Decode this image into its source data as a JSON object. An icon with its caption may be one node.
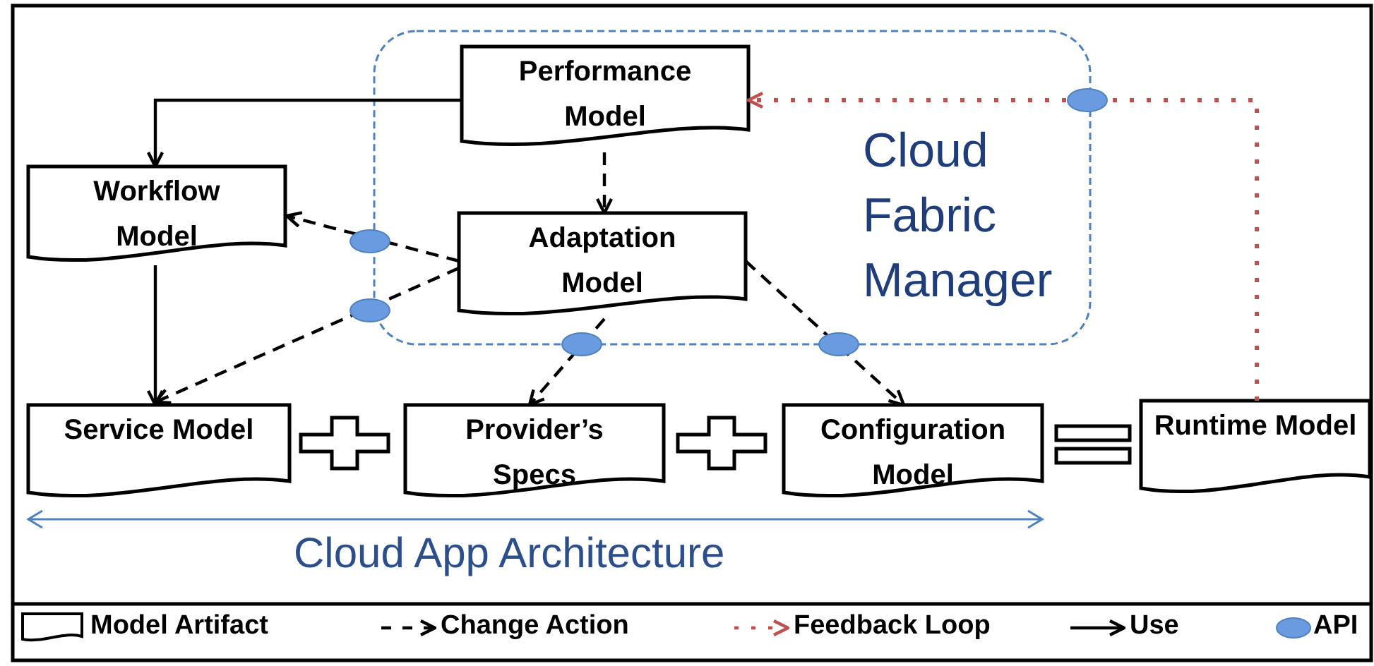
{
  "diagram": {
    "nodes": [
      {
        "text": [
          "Cloud Fabric Manager"
        ]
      },
      {
        "text": [
          "Performance Model"
        ],
        "in": 0
      },
      {
        "text": [
          "Workflow Model"
        ]
      },
      {
        "text": [
          "Adaptation Model"
        ],
        "in": 0
      },
      {
        "text": [
          "Service Model"
        ]
      },
      {
        "text": [
          "Provider’s Specs"
        ]
      },
      {
        "text": [
          "Configuration Model"
        ]
      },
      {
        "text": [
          "Runtime Model"
        ]
      }
    ],
    "edges": [
      {
        "from": 1,
        "to": 2,
        "arrow": "to"
      },
      {
        "from": 1,
        "to": 3,
        "arrow": "to",
        "style": "dashed"
      },
      {
        "from": 3,
        "to": 2,
        "arrow": "to",
        "style": "dashed"
      },
      {
        "from": 2,
        "to": 4,
        "arrow": "to"
      },
      {
        "from": 3,
        "to": 4,
        "arrow": "to",
        "style": "dashed"
      },
      {
        "from": 3,
        "to": 5,
        "arrow": "to",
        "style": "dashed"
      },
      {
        "from": 3,
        "to": 6,
        "arrow": "to",
        "style": "dashed"
      },
      {
        "from": 7,
        "to": 1,
        "arrow": "to",
        "style": "dashed",
        "color": "#c0504d"
      }
    ],
    "labels": [
      "Cloud App Architecture"
    ],
    "legend": [
      {
        "text": "Model Artifact"
      },
      {
        "text": "Change Action"
      },
      {
        "text": "Feedback Loop"
      },
      {
        "text": "Use"
      },
      {
        "text": "API"
      }
    ]
  }
}
